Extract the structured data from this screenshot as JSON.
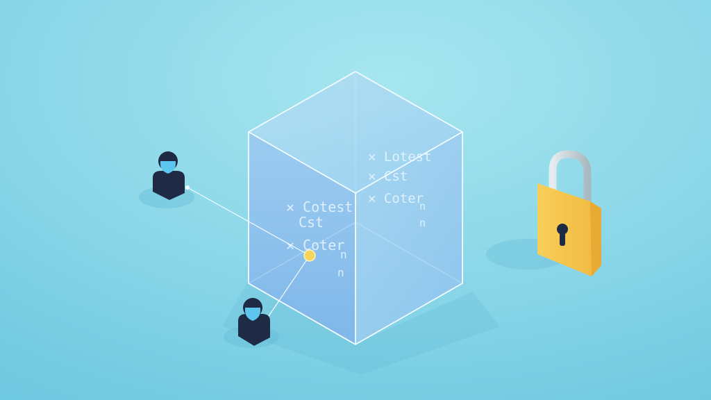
{
  "scene": {
    "description_colors": {
      "background_light": "#98dfea",
      "background_dark": "#6dc6df",
      "cube_fill": "#8fc0ee",
      "cube_edge": "#f2fbff",
      "user_body": "#1f2a44",
      "user_face": "#5cc6ef",
      "node_accent": "#f6d35b",
      "lock_body": "#f5c54e",
      "lock_shackle": "#c9d6dc"
    },
    "icons": [
      "user-icon",
      "user-icon",
      "padlock-icon",
      "data-cube"
    ],
    "front_text": {
      "line1": "✕ Cotest",
      "line2": "Cst",
      "line3": "✕ Coter",
      "line3b": "n",
      "line4": "n"
    },
    "side_text": {
      "line1": "✕ Lotest",
      "line2": "✕ Cst",
      "line3": "✕ Coter",
      "line3b": "n",
      "line4": "n"
    }
  }
}
